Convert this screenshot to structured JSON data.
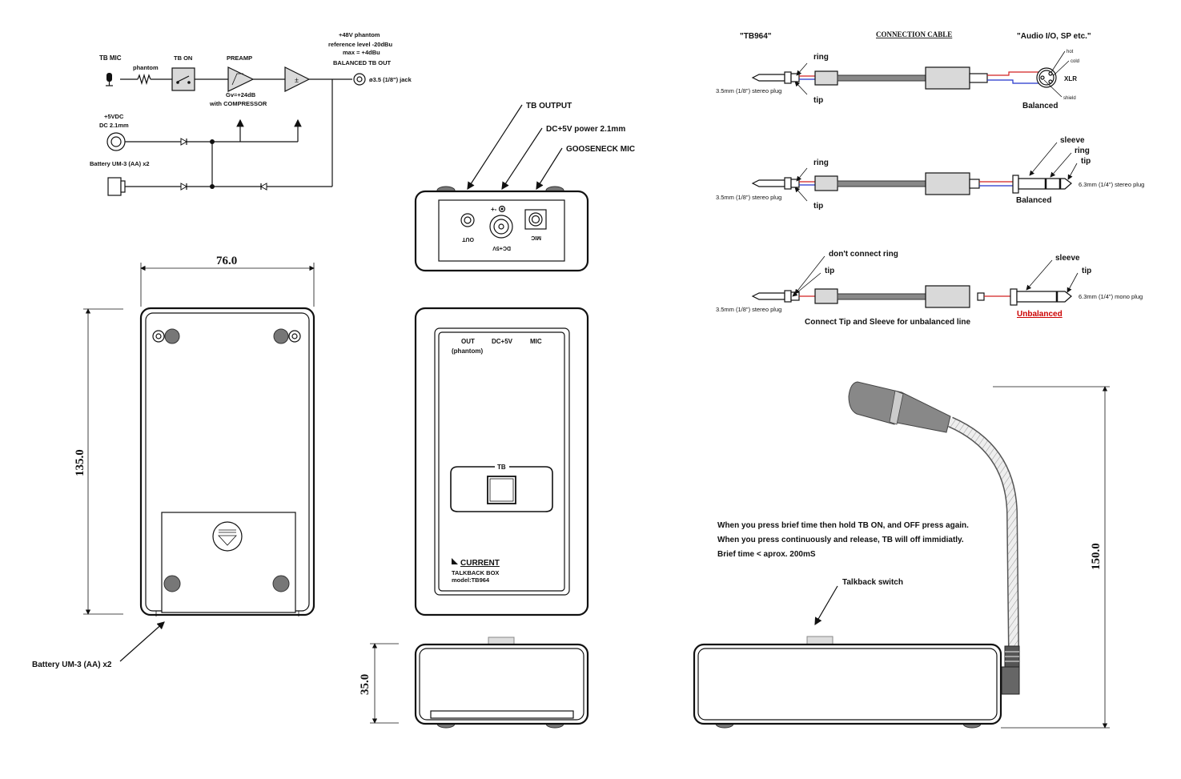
{
  "block_diagram": {
    "tb_mic": "TB MIC",
    "phantom": "phantom",
    "tb_on": "TB ON",
    "preamp": "PREAMP",
    "gain": "Gv=+24dB",
    "compressor": "with COMPRESSOR",
    "phantom48": "+48V phantom",
    "ref_level": "reference level -20dBu",
    "max_level": "max = +4dBu",
    "balanced_out": "BALANCED TB OUT",
    "jack": "ø3.5 (1/8\") jack",
    "dc_in": "+5VDC",
    "dc_size": "DC 2.1mm",
    "battery": "Battery UM-3 (AA) x2"
  },
  "back_view": {
    "width": "76.0",
    "height": "135.0",
    "battery_label": "Battery UM-3 (AA) x2"
  },
  "top_panel": {
    "tb_output": "TB OUTPUT",
    "dc_power": "DC+5V power 2.1mm",
    "gooseneck": "GOOSENECK MIC",
    "out": "OUT",
    "dc": "DC+5V",
    "mic": "MIC",
    "pol": "+-"
  },
  "front_panel": {
    "out": "OUT",
    "phantom": "(phantom)",
    "dc": "DC+5V",
    "mic": "MIC",
    "tb": "TB",
    "brand": "CURRENT",
    "product": "TALKBACK BOX",
    "model": "model:TB964"
  },
  "side_view": {
    "depth": "35.0"
  },
  "cables": {
    "left_title": "\"TB964\"",
    "center_title": "CONNECTION CABLE",
    "right_title": "\"Audio I/O, SP etc.\"",
    "ring": "ring",
    "tip": "tip",
    "sleeve": "sleeve",
    "stereo_35": "3.5mm (1/8\") stereo plug",
    "hot": "hot",
    "cold": "cold",
    "shield": "shield",
    "xlr": "XLR",
    "balanced": "Balanced",
    "stereo_63": "6.3mm (1/4\") stereo plug",
    "dont_connect": "don't connect ring",
    "mono_63": "6.3mm (1/4\") mono plug",
    "unbalanced": "Unbalanced",
    "unbalanced_note": "Connect Tip and Sleeve for unbalanced line"
  },
  "notes": {
    "line1": "When you press brief time then hold TB ON, and OFF press again.",
    "line2": "When you press continuously and release, TB will off immidiatly.",
    "line3": "Brief time < aprox. 200mS",
    "talkback_switch": "Talkback switch",
    "mic_height": "150.0"
  },
  "colors": {
    "unbalanced": "#cc0000",
    "wire_red": "#d22222",
    "wire_blue": "#2233cc"
  }
}
